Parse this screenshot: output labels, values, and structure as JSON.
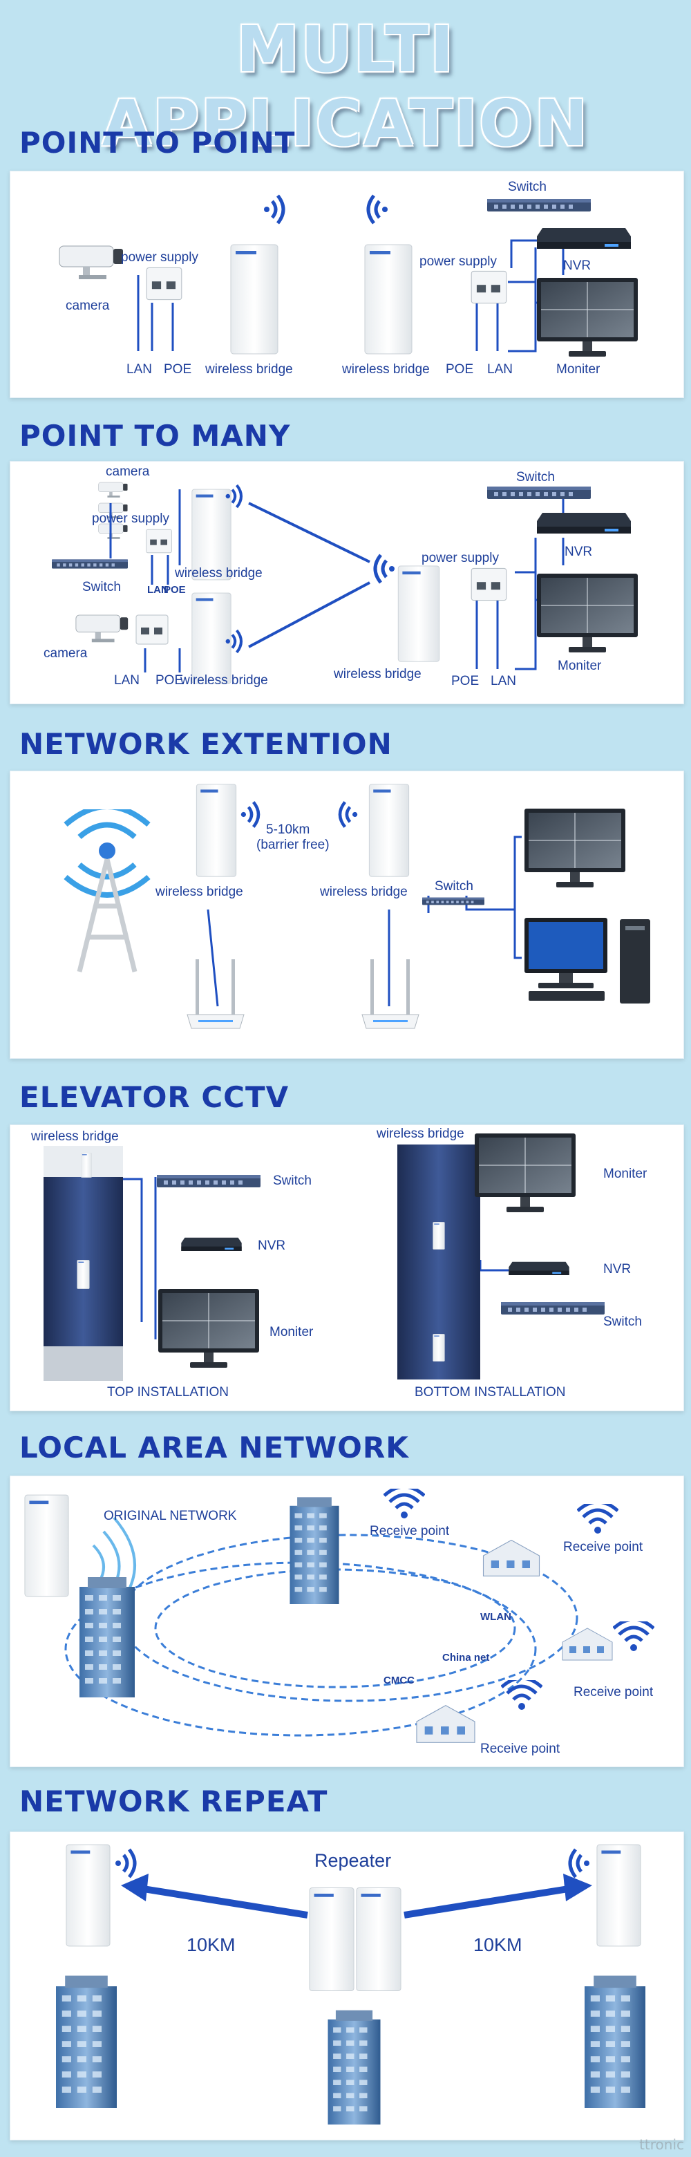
{
  "main_title": "MULTI APPLICATION",
  "sections": {
    "p2p": {
      "title": "POINT TO POINT",
      "power_supply_left": "power supply",
      "camera": "camera",
      "lan_left": "LAN",
      "poe_left": "POE",
      "bridge_left": "wireless bridge",
      "bridge_right": "wireless bridge",
      "power_supply_right": "power supply",
      "poe_right": "POE",
      "lan_right": "LAN",
      "switch": "Switch",
      "nvr": "NVR",
      "monitor": "Moniter"
    },
    "p2m": {
      "title": "POINT TO MANY",
      "camera_top": "camera",
      "power_supply_top": "power supply",
      "switch_left": "Switch",
      "lan_sm": "LAN",
      "poe_sm": "POE",
      "bridge_top": "wireless bridge",
      "camera_bottom": "camera",
      "lan_bottom": "LAN",
      "poe_bottom": "POE",
      "bridge_bottom": "wireless bridge",
      "bridge_center": "wireless bridge",
      "power_supply_right": "power supply",
      "poe_right": "POE",
      "lan_right": "LAN",
      "switch": "Switch",
      "nvr": "NVR",
      "monitor": "Moniter"
    },
    "ext": {
      "title": "NETWORK EXTENTION",
      "distance": "5-10km",
      "distance_note": "(barrier free)",
      "bridge_left": "wireless bridge",
      "bridge_right": "wireless bridge",
      "switch": "Switch"
    },
    "elev": {
      "title": "ELEVATOR CCTV",
      "bridge_top": "wireless bridge",
      "switch_top": "Switch",
      "nvr_top": "NVR",
      "monitor_top": "Moniter",
      "caption_top": "TOP INSTALLATION",
      "bridge_bottom": "wireless bridge",
      "monitor_bottom": "Moniter",
      "nvr_bottom": "NVR",
      "switch_bottom": "Switch",
      "caption_bottom": "BOTTOM INSTALLATION"
    },
    "lan": {
      "title": "LOCAL AREA NETWORK",
      "original": "ORIGINAL NETWORK",
      "receive1": "Receive point",
      "receive2": "Receive point",
      "receive3": "Receive point",
      "receive4": "Receive point",
      "wlan": "WLAN",
      "chinanet": "China net",
      "cmcc": "CMCC"
    },
    "rep": {
      "title": "NETWORK REPEAT",
      "repeater": "Repeater",
      "dist_left": "10KM",
      "dist_right": "10KM"
    }
  },
  "colors": {
    "title_blue": "#1a3aa8",
    "label_blue": "#1e3f9a",
    "link_blue": "#1f4fc1"
  },
  "watermark": "ttronic"
}
